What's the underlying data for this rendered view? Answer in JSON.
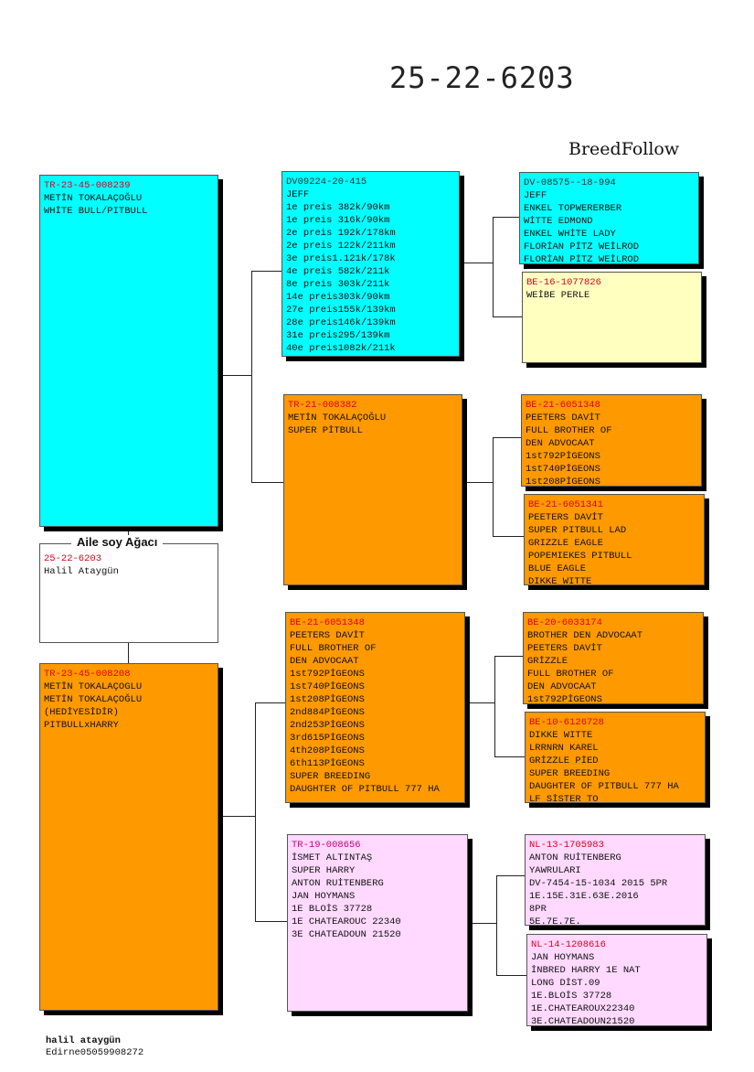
{
  "ring_number": "25-22-6203",
  "brand": "BreedFollow",
  "subject": {
    "title": "Aile soy Ağacı",
    "id": "25-22-6203",
    "owner": "Halil Ataygün"
  },
  "sire": {
    "id": "TR-23-45-008239",
    "lines": [
      "METİN TOKALAÇOĞLU",
      "WHİTE BULL/PITBULL"
    ]
  },
  "dam": {
    "id": "TR-23-45-008208",
    "lines": [
      "METİN TOKALAÇOGLU",
      "METİN TOKALAÇOĞLU",
      "(HEDİYESİDİR)",
      "PITBULLxHARRY"
    ]
  },
  "ss": {
    "id": "DV09224-20-415",
    "lines": [
      "JEFF",
      "1e preis 382k/90km",
      "1e preis 316k/90km",
      "2e preis 192k/178km",
      "2e preis 122k/211km",
      "3e preis1.121k/178k",
      "4e preis 582k/211k",
      "8e preis 303k/211k",
      "14e preis303k/90km",
      "27e preis155k/139km",
      "28e preis146k/139km",
      "31e preis295/139km",
      "40e preis1082k/211k"
    ]
  },
  "sd": {
    "id": "TR-21-008382",
    "lines": [
      "METİN TOKALAÇOĞLU",
      "SUPER PİTBULL"
    ]
  },
  "ds": {
    "id": "BE-21-6051348",
    "lines": [
      "PEETERS DAVİT",
      "FULL BROTHER OF",
      "DEN ADVOCAAT",
      "1st792PİGEONS",
      "1st740PİGEONS",
      "1st208PİGEONS",
      "2nd884PİGEONS",
      "2nd253PİGEONS",
      "3rd615PİGEONS",
      "4th208PİGEONS",
      "6th113PİGEONS",
      "SUPER BREEDING",
      "DAUGHTER OF PITBULL 777 HA"
    ]
  },
  "dd": {
    "id": "TR-19-008656",
    "lines": [
      "İSMET ALTINTAŞ",
      "SUPER HARRY",
      "ANTON RUİTENBERG",
      "JAN HOYMANS",
      "1E BLOİS 37728",
      "1E CHATEAROUC 22340",
      "3E CHATEADOUN 21520"
    ]
  },
  "sss": {
    "id": "DV-08575--18-994",
    "lines": [
      "JEFF",
      "ENKEL TOPWERERBER",
      "WİTTE EDMOND",
      "ENKEL WHİTE LADY",
      "FLORİAN PİTZ WEİLROD",
      "FLORİAN PİTZ WEİLROD"
    ]
  },
  "ssd": {
    "id": "BE-16-1077826",
    "lines": [
      "WEİBE PERLE"
    ]
  },
  "sds": {
    "id": "BE-21-6051348",
    "lines": [
      "PEETERS DAVİT",
      "FULL BROTHER OF",
      "DEN ADVOCAAT",
      "1st792PİGEONS",
      "1st740PİGEONS",
      "1st208PİGEONS"
    ]
  },
  "sdd": {
    "id": "BE-21-6051341",
    "lines": [
      "PEETERS DAVİT",
      "SUPER PITBULL LAD",
      "GRIZZLE EAGLE",
      "POPEMIEKES PITBULL",
      "BLUE EAGLE",
      "DIKKE WITTE"
    ]
  },
  "dss": {
    "id": "BE-20-6033174",
    "lines": [
      "BROTHER DEN ADVOCAAT",
      "PEETERS DAVİT",
      "GRİZZLE",
      "FULL BROTHER OF",
      "DEN ADVOCAAT",
      "1st792PİGEONS"
    ]
  },
  "dsd": {
    "id": "BE-10-6126728",
    "lines": [
      "DIKKE WITTE",
      "LRRNRN KAREL",
      "GRİZZLE PİED",
      "SUPER BREEDING",
      "DAUGHTER OF PITBULL 777 HA",
      "LF SİSTER TO"
    ]
  },
  "dds": {
    "id": "NL-13-1705983",
    "lines": [
      "ANTON RUİTENBERG",
      "YAWRULARI",
      "DV-7454-15-1034 2015 5PR",
      "1E.15E.31E.63E.2016",
      "8PR",
      "5E.7E.7E."
    ]
  },
  "ddd": {
    "id": "NL-14-1208616",
    "lines": [
      "JAN HOYMANS",
      "İNBRED HARRY 1E NAT",
      "LONG DİST.09",
      "1E.BLOİS 37728",
      "1E.CHATEAROUX22340",
      "3E.CHATEADOUN21520"
    ]
  },
  "footer": {
    "name": "halil ataygün",
    "contact": "Edirne05059908272"
  },
  "colors": {
    "cyan": "#00ffff",
    "orange": "#ff9900",
    "yellow": "#ffffc0",
    "pink": "#ffd9ff",
    "id_red": "#e0001b"
  }
}
